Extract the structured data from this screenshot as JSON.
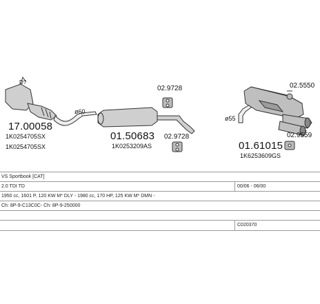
{
  "parts": {
    "catalyst_number": "17.00058",
    "catalyst_ref1": "1K0254705SX",
    "catalyst_ref2": "1K0254705SX",
    "pipe_diameter_1": "ø60",
    "middle_silencer_number": "01.50683",
    "middle_silencer_ref": "1K0253209AS",
    "hanger_top": "02.9728",
    "hanger_bottom": "02.9728",
    "pipe_diameter_2": "ø55",
    "rear_silencer_number": "01.61015",
    "rear_silencer_ref": "1K6253609GS",
    "rear_hanger_top": "02.5550",
    "rear_hanger_bottom": "02.9559",
    "marker": "D?"
  },
  "table": {
    "rows": [
      {
        "left": "VS Sportbook [CAT]",
        "right": ""
      },
      {
        "left": "2.0 TDI TD",
        "right": "00/06 - 06/00"
      },
      {
        "left": "1950 cc, 1601 P, 120 KW M* DLY - 1980 cc, 170 HP, 125 KW M* DMN -",
        "right": ""
      },
      {
        "left": "Ch: 8P-9-C13C0C- Ch: 8P-9-250000",
        "right": ""
      },
      {
        "left": "",
        "right": ""
      },
      {
        "left": "",
        "right": "C020370"
      }
    ]
  },
  "colors": {
    "line": "#999999",
    "part_fill": "#cfcfcf",
    "part_stroke": "#333333"
  }
}
